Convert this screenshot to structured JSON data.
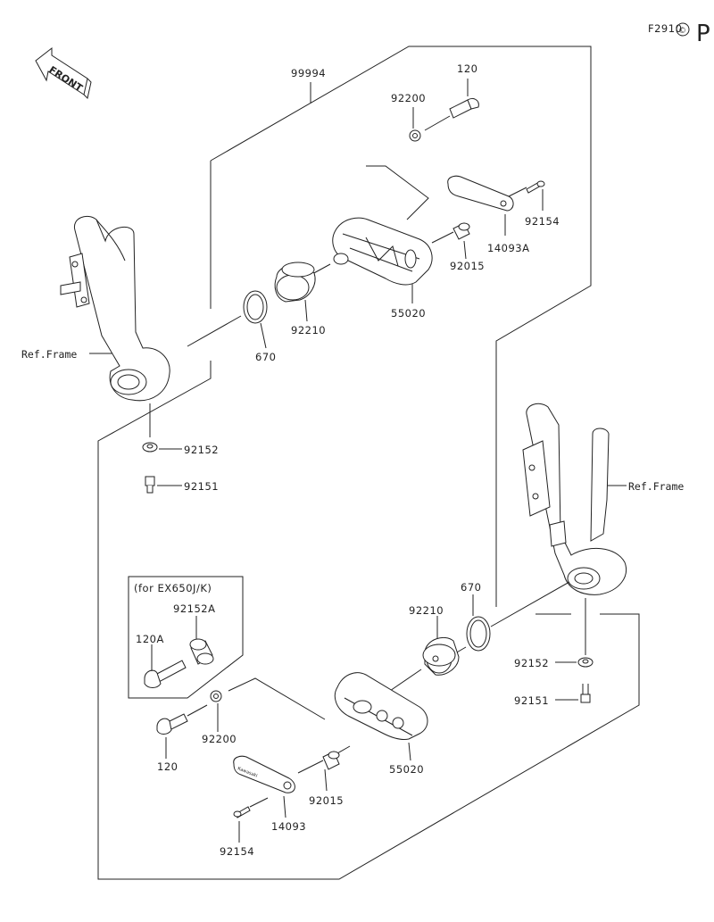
{
  "page": {
    "figure_code": "F2910",
    "copyright_symbol": "©",
    "page_prefix": "P",
    "front_label": "FRONT"
  },
  "labels": {
    "p99994": "99994",
    "p120_top": "120",
    "p92200_top": "92200",
    "p92154_top": "92154",
    "p14093A": "14093A",
    "p92015_top": "92015",
    "p55020_top": "55020",
    "p92210_top": "92210",
    "p670_top": "670",
    "ref_frame_left": "Ref.Frame",
    "p92152_left": "92152",
    "p92151_left": "92151",
    "ref_frame_right": "Ref.Frame",
    "p670_bottom": "670",
    "p92210_bottom": "92210",
    "p92152_right": "92152",
    "p92151_right": "92151",
    "variant_note": "(for EX650J/K)",
    "p92152A": "92152A",
    "p120A": "120A",
    "p92200_bottom": "92200",
    "p120_bottom": "120",
    "p55020_bottom": "55020",
    "p92015_bottom": "92015",
    "p14093": "14093",
    "p92154_bottom": "92154",
    "slider_logo": "Kawasaki"
  }
}
